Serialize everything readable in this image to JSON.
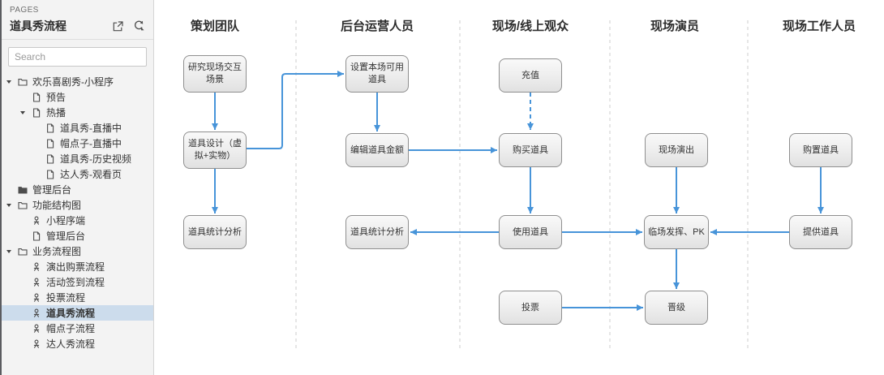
{
  "sidebar": {
    "pages_label": "PAGES",
    "title": "道具秀流程",
    "header_icons": [
      {
        "name": "open-external-icon"
      },
      {
        "name": "refresh-icon"
      }
    ],
    "search_placeholder": "Search",
    "tree": [
      {
        "label": "欢乐喜剧秀-小程序",
        "icon": "folder-open-icon",
        "level": 0,
        "caret": true,
        "selected": false
      },
      {
        "label": "预告",
        "icon": "page-icon",
        "level": 1,
        "caret": false,
        "selected": false
      },
      {
        "label": "热播",
        "icon": "page-icon",
        "level": 1,
        "caret": true,
        "selected": false
      },
      {
        "label": "道具秀-直播中",
        "icon": "page-icon",
        "level": 2,
        "caret": false,
        "selected": false
      },
      {
        "label": "帽点子-直播中",
        "icon": "page-icon",
        "level": 2,
        "caret": false,
        "selected": false
      },
      {
        "label": "道具秀-历史视频",
        "icon": "page-icon",
        "level": 2,
        "caret": false,
        "selected": false
      },
      {
        "label": "达人秀-观看页",
        "icon": "page-icon",
        "level": 2,
        "caret": false,
        "selected": false
      },
      {
        "label": "管理后台",
        "icon": "folder-solid-icon",
        "level": 0,
        "caret": false,
        "selected": false
      },
      {
        "label": "功能结构图",
        "icon": "folder-open-icon",
        "level": 0,
        "caret": true,
        "selected": false
      },
      {
        "label": "小程序端",
        "icon": "flow-icon",
        "level": 1,
        "caret": false,
        "selected": false
      },
      {
        "label": "管理后台",
        "icon": "page-icon",
        "level": 1,
        "caret": false,
        "selected": false
      },
      {
        "label": "业务流程图",
        "icon": "folder-open-icon",
        "level": 0,
        "caret": true,
        "selected": false
      },
      {
        "label": "演出购票流程",
        "icon": "flow-icon",
        "level": 1,
        "caret": false,
        "selected": false
      },
      {
        "label": "活动签到流程",
        "icon": "flow-icon",
        "level": 1,
        "caret": false,
        "selected": false
      },
      {
        "label": "投票流程",
        "icon": "flow-icon",
        "level": 1,
        "caret": false,
        "selected": false
      },
      {
        "label": "道具秀流程",
        "icon": "flow-icon",
        "level": 1,
        "caret": false,
        "selected": true
      },
      {
        "label": "帽点子流程",
        "icon": "flow-icon",
        "level": 1,
        "caret": false,
        "selected": false
      },
      {
        "label": "达人秀流程",
        "icon": "flow-icon",
        "level": 1,
        "caret": false,
        "selected": false
      }
    ]
  },
  "canvas": {
    "lanes": [
      {
        "label": "策划团队"
      },
      {
        "label": "后台运营人员"
      },
      {
        "label": "现场/线上观众"
      },
      {
        "label": "现场演员"
      },
      {
        "label": "现场工作人员"
      }
    ],
    "nodes": [
      {
        "label": "研究现场交互场景"
      },
      {
        "label": "道具设计（虚拟+实物）"
      },
      {
        "label": "道具统计分析"
      },
      {
        "label": "设置本场可用道具"
      },
      {
        "label": "编辑道具金额"
      },
      {
        "label": "道具统计分析"
      },
      {
        "label": "充值"
      },
      {
        "label": "购买道具"
      },
      {
        "label": "使用道具"
      },
      {
        "label": "投票"
      },
      {
        "label": "现场演出"
      },
      {
        "label": "临场发挥、PK"
      },
      {
        "label": "晋级"
      },
      {
        "label": "购置道具"
      },
      {
        "label": "提供道具"
      }
    ]
  },
  "colors": {
    "arrow": "#4794d9",
    "selected_row_bg": "#ccdcec",
    "sidebar_bg": "#f3f3f3",
    "node_border": "#8f8f8f"
  }
}
